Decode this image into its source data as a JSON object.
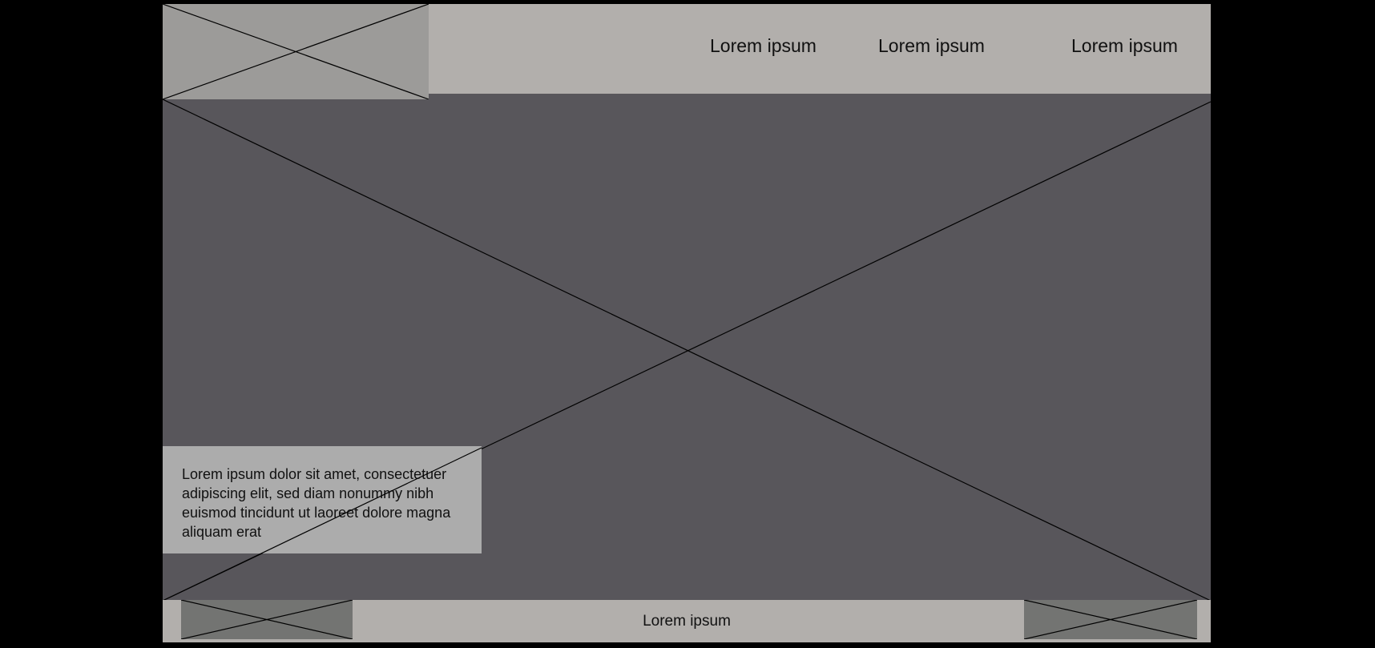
{
  "colors": {
    "page_background": "#000000",
    "hero_background": "#58565b",
    "header_background": "#b2afac",
    "logo_placeholder": "#9c9b99",
    "caption_background": "#acacac",
    "footer_background": "#b2afac",
    "footer_thumb": "#737472",
    "text": "#111111"
  },
  "header": {
    "logo_icon": "image-placeholder-icon",
    "nav": [
      {
        "label": "Lorem ipsum"
      },
      {
        "label": "Lorem ipsum"
      },
      {
        "label": "Lorem ipsum"
      }
    ]
  },
  "hero": {
    "icon": "image-placeholder-icon",
    "caption": "Lorem ipsum dolor sit amet, consec­tetuer adipiscing elit, sed diam nonummy nibh euismod tincidunt ut laoreet dolore magna aliquam erat"
  },
  "footer": {
    "left_thumb_icon": "image-placeholder-icon",
    "label": "Lorem ipsum",
    "right_thumb_icon": "image-placeholder-icon"
  }
}
